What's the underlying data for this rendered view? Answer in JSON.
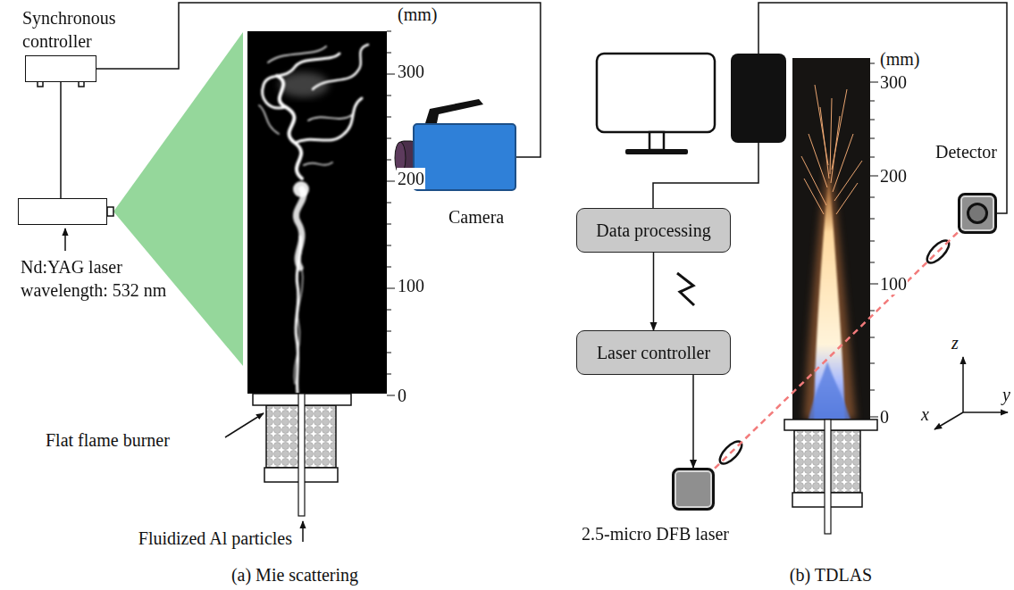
{
  "diagram": {
    "nodes": [
      {
        "text": [
          "Synchronous controller"
        ]
      },
      {
        "text": [
          "Nd:YAG laser wavelength: 532 nm"
        ]
      },
      {
        "text": [
          "Camera"
        ]
      },
      {
        "text": [
          "Data processing"
        ]
      },
      {
        "text": [
          "Detector"
        ]
      },
      {
        "text": [
          "Laser controller"
        ]
      },
      {
        "text": [
          "2.5-micro DFB laser"
        ]
      }
    ],
    "edges": [
      {
        "from": 0,
        "to": 1,
        "arrow": "none"
      },
      {
        "from": 0,
        "to": 2,
        "arrow": "none"
      },
      {
        "from": 3,
        "to": 5,
        "arrow": "to"
      },
      {
        "from": 5,
        "to": 6,
        "arrow": "to"
      },
      {
        "from": 6,
        "to": 4,
        "arrow": "none"
      }
    ],
    "labels": [
      "(mm)",
      "300",
      "200",
      "100",
      "0",
      "Flat flame burner",
      "Fluidized Al particles",
      "(mm)",
      "300",
      "200",
      "100",
      "0",
      "z",
      "y",
      "x",
      "(a) Mie scattering",
      "(b) TDLAS"
    ]
  }
}
